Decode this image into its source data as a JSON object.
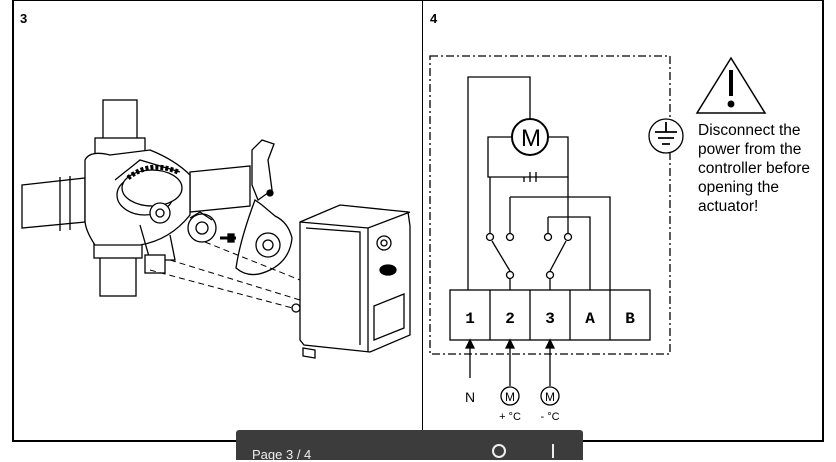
{
  "panels": [
    {
      "number": "3"
    },
    {
      "number": "4"
    }
  ],
  "terminals": [
    "1",
    "2",
    "3",
    "A",
    "B"
  ],
  "motor_symbol": "M",
  "inputs": [
    {
      "symbol": "",
      "label": "N"
    },
    {
      "symbol": "M",
      "label": "+ °C"
    },
    {
      "symbol": "M",
      "label": "- °C"
    }
  ],
  "warning": {
    "lines": [
      "Disconnect the",
      "power from the",
      "controller before",
      "opening the",
      "actuator!"
    ]
  },
  "toolbar": {
    "page_text": "Page  3  /  4"
  }
}
